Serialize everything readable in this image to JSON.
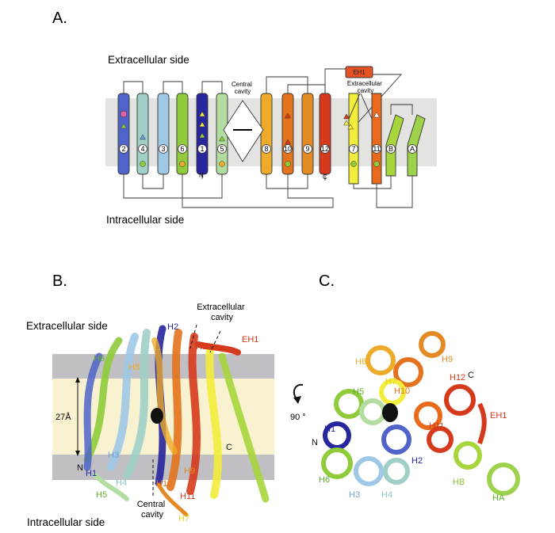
{
  "panels": {
    "a": {
      "letter": "A.",
      "extracellular": "Extracellular side",
      "intracellular": "Intracellular side",
      "central_cavity": "Central cavity",
      "extracellular_cavity": "Extracellular cavity",
      "eh1": "EH1",
      "n_term": "N",
      "c_term": "C",
      "helices": [
        {
          "label": "2",
          "color": "#4f63c9"
        },
        {
          "label": "4",
          "color": "#9fcfc7"
        },
        {
          "label": "3",
          "color": "#9fc8e6"
        },
        {
          "label": "6",
          "color": "#8fcb3a"
        },
        {
          "label": "1",
          "color": "#27269c"
        },
        {
          "label": "5",
          "color": "#b3dca0"
        },
        {
          "label": "8",
          "color": "#eeaa2b"
        },
        {
          "label": "10",
          "color": "#e3731d"
        },
        {
          "label": "9",
          "color": "#e48a24"
        },
        {
          "label": "12",
          "color": "#d63a1c"
        },
        {
          "label": "7",
          "color": "#f2ec3a"
        },
        {
          "label": "11",
          "color": "#ea6a1c"
        },
        {
          "label": "B",
          "color": "#a6d63c"
        },
        {
          "label": "A",
          "color": "#9fd24c"
        }
      ]
    },
    "b": {
      "letter": "B.",
      "extracellular": "Extracellular side",
      "intracellular": "Intracellular side",
      "extracellular_cavity": "Extracellular cavity",
      "central_cavity": "Central cavity",
      "thickness": "27Å",
      "labels": [
        {
          "text": "H2",
          "color": "#27269c"
        },
        {
          "text": "H6",
          "color": "#5fae2e"
        },
        {
          "text": "H12",
          "color": "#d63a1c"
        },
        {
          "text": "EH1",
          "color": "#d63a1c"
        },
        {
          "text": "H8",
          "color": "#eeaa2b"
        },
        {
          "text": "H3",
          "color": "#6ea0d8"
        },
        {
          "text": "H1",
          "color": "#27269c"
        },
        {
          "text": "N",
          "color": "#111111"
        },
        {
          "text": "H4",
          "color": "#8fc4c4"
        },
        {
          "text": "H5",
          "color": "#5fae2e"
        },
        {
          "text": "C",
          "color": "#111111"
        },
        {
          "text": "H9",
          "color": "#e48a24"
        },
        {
          "text": "H10",
          "color": "#e3731d"
        },
        {
          "text": "H11",
          "color": "#d63a1c"
        },
        {
          "text": "H7",
          "color": "#e6d12a"
        }
      ]
    },
    "c": {
      "letter": "C.",
      "rotation": "90 °",
      "labels": [
        {
          "text": "H9",
          "color": "#e48a24"
        },
        {
          "text": "H8",
          "color": "#eeaa2b"
        },
        {
          "text": "H12",
          "color": "#d63a1c"
        },
        {
          "text": "C",
          "color": "#111111"
        },
        {
          "text": "H7",
          "color": "#e6d12a"
        },
        {
          "text": "H10",
          "color": "#e3731d"
        },
        {
          "text": "H5",
          "color": "#5fae2e"
        },
        {
          "text": "EH1",
          "color": "#d63a1c"
        },
        {
          "text": "H1",
          "color": "#27269c"
        },
        {
          "text": "N",
          "color": "#111111"
        },
        {
          "text": "H11",
          "color": "#d63a1c"
        },
        {
          "text": "H2",
          "color": "#27269c"
        },
        {
          "text": "H6",
          "color": "#5fae2e"
        },
        {
          "text": "HB",
          "color": "#8fc43a"
        },
        {
          "text": "H3",
          "color": "#6ea0d8"
        },
        {
          "text": "H4",
          "color": "#8fc4c4"
        },
        {
          "text": "HA",
          "color": "#5fae2e"
        }
      ]
    }
  }
}
